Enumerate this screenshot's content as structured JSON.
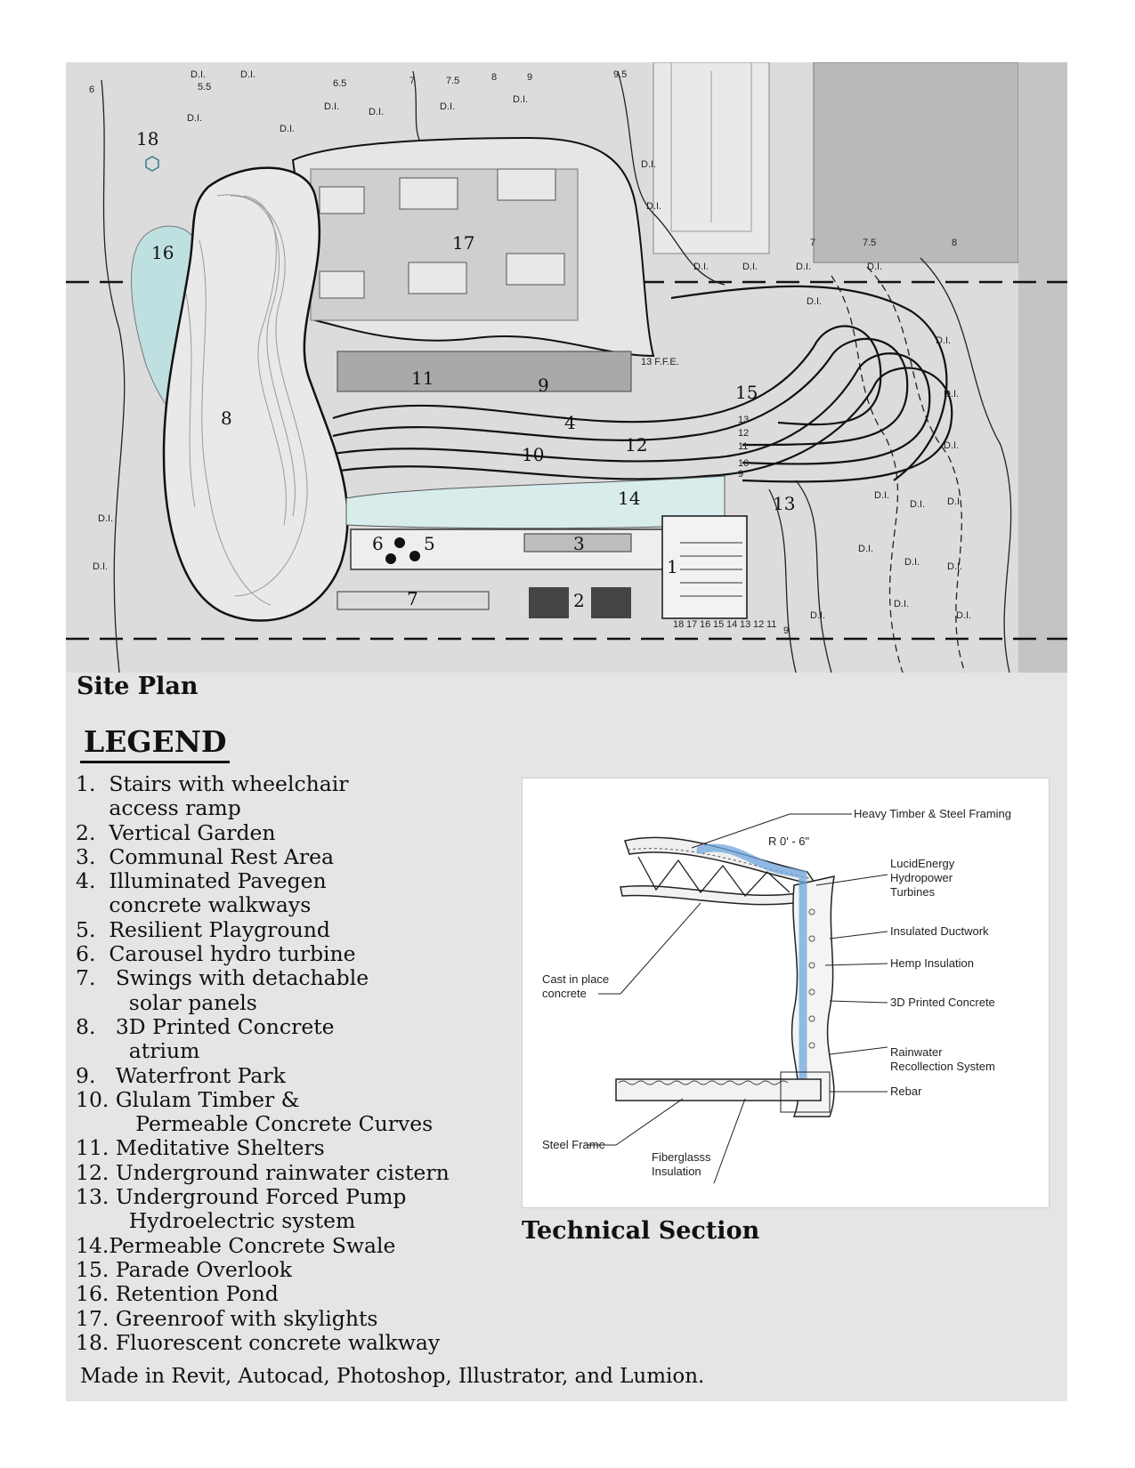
{
  "site_plan": {
    "title": "Site Plan",
    "area_numbers": [
      "1",
      "2",
      "3",
      "4",
      "5",
      "6",
      "7",
      "8",
      "9",
      "10",
      "11",
      "12",
      "13",
      "14",
      "15",
      "16",
      "17",
      "18"
    ],
    "contour_labels": [
      "6",
      "5.5",
      "6.5",
      "7",
      "7.5",
      "8",
      "9",
      "9.5",
      "7",
      "7.5",
      "8",
      "13",
      "12",
      "11",
      "10",
      "9",
      "18",
      "17",
      "16",
      "15",
      "14",
      "13",
      "12",
      "11",
      "9"
    ],
    "di_label": "D.I.",
    "ffe_label": "13 F.F.E."
  },
  "legend": {
    "title": "LEGEND",
    "items": [
      "1.  Stairs with wheelchair",
      "     access ramp",
      "2.  Vertical Garden",
      "3.  Communal Rest Area",
      "4.  Illuminated Pavegen",
      "     concrete walkways",
      "5.  Resilient Playground",
      "6.  Carousel hydro turbine",
      "7.   Swings with detachable",
      "        solar panels",
      "8.   3D Printed Concrete",
      "        atrium",
      "9.   Waterfront Park",
      "10. Glulam Timber &",
      "         Permeable Concrete Curves",
      "11. Meditative Shelters",
      "12. Underground rainwater cistern",
      "13. Underground Forced Pump",
      "        Hydroelectric system",
      "14.Permeable Concrete Swale",
      "15. Parade Overlook",
      "16. Retention Pond",
      "17. Greenroof with skylights",
      "18. Fluorescent concrete walkway"
    ]
  },
  "technical_section": {
    "title": "Technical Section",
    "labels": {
      "timber": "Heavy Timber & Steel Framing",
      "radius": "R 0' - 6\"",
      "lucid_1": "LucidEnergy",
      "lucid_2": "Hydropower",
      "lucid_3": "Turbines",
      "ductwork": "Insulated Ductwork",
      "hemp": "Hemp Insulation",
      "printed": "3D Printed Concrete",
      "rain_1": "Rainwater",
      "rain_2": "Recollection System",
      "rebar": "Rebar",
      "cast_1": "Cast in place",
      "cast_2": "concrete",
      "steel": "Steel Frame",
      "fiber_1": "Fiberglasss",
      "fiber_2": "Insulation"
    }
  },
  "footer": "Made in Revit, Autocad, Photoshop, Illustrator, and Lumion.",
  "colors": {
    "board": "#e4e5e4",
    "water": "#bfe0e0",
    "channel_blue": "#6fa7dd",
    "building": "#cfcfcf"
  }
}
